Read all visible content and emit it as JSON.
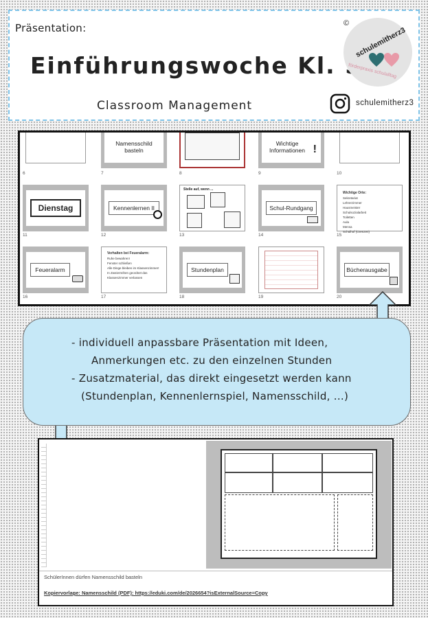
{
  "header": {
    "label": "Präsentation:",
    "title": "Einführungswoche Kl. 5",
    "subtitle": "Classroom Management",
    "copyright": "©",
    "brand_top": "schulemitherz3",
    "brand_bottom": "förderpraxis schulalltag",
    "instagram_handle": "schulemitherz3"
  },
  "sorter": {
    "slides": [
      {
        "num": "6",
        "label": ""
      },
      {
        "num": "7",
        "label": "Namensschild basteln"
      },
      {
        "num": "8",
        "label": ""
      },
      {
        "num": "9",
        "label": "Wichtige Informationen"
      },
      {
        "num": "10",
        "label": ""
      },
      {
        "num": "11",
        "label": "Dienstag"
      },
      {
        "num": "12",
        "label": "Kennenlernen II"
      },
      {
        "num": "13",
        "label": "Stelle auf, wenn ..."
      },
      {
        "num": "14",
        "label": "Schul-Rundgang"
      },
      {
        "num": "15",
        "label": "Wichtige Orte:"
      },
      {
        "num": "16",
        "label": "Feueralarm"
      },
      {
        "num": "17",
        "label": "Verhalten bei Feueralarm:"
      },
      {
        "num": "18",
        "label": "Stundenplan"
      },
      {
        "num": "19",
        "label": ""
      },
      {
        "num": "20",
        "label": "Bücherausgabe"
      }
    ],
    "orte_list": [
      "Sekretariat",
      "Lehrerzimmer",
      "Hausmeister",
      "Schulsozialarbeit",
      "Toiletten",
      "Aula",
      "Mensa",
      "Schulhof (Grenzen)"
    ],
    "feuer_list": [
      "Ruhe bewahren!",
      "Fenster schließen",
      "Alle Dinge bleiben im Klassenzimmer!",
      "In Zweierreihen geordnet das Klassenzimmer verlassen"
    ]
  },
  "bubble": {
    "line1": "-  individuell anpassbare Präsentation mit Ideen,",
    "line2": "Anmerkungen etc. zu den einzelnen Stunden",
    "line3": "-  Zusatzmaterial, das direkt eingesetzt werden kann",
    "line4": "(Stundenplan, Kennenlernspiel, Namensschild, ...)"
  },
  "notes": {
    "text": "SchülerInnen dürfen Namensschild basteln",
    "link": "Kopiervorlage: Namensschild (PDF): https://eduki.com/de/2026654?isExternalSource=Copy"
  },
  "colors": {
    "accent_blue": "#7ec3e8",
    "bubble_bg": "#c6e8f7",
    "heart_teal": "#2e6f72",
    "heart_pink": "#e89aa8"
  }
}
